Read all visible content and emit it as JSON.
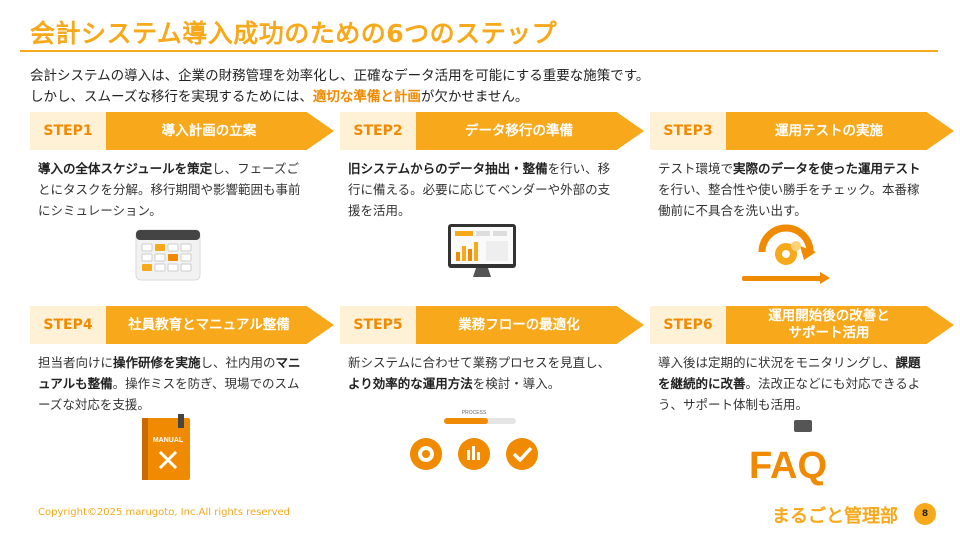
{
  "header": {
    "title": "会計システム導入成功のための6つのステップ"
  },
  "intro": {
    "line1": "会計システムの導入は、企業の財務管理を効率化し、正確なデータ活用を可能にする重要な施策です。",
    "line2_pre": "しかし、スムーズな移行を実現するためには、",
    "line2_highlight": "適切な準備と計画",
    "line2_post": "が欠かせません。"
  },
  "steps": [
    {
      "tag": "STEP1",
      "title_l1": "導入計画の立案",
      "title_l2": "",
      "desc": [
        {
          "t": "導入の全体スケジュールを策定",
          "b": true
        },
        {
          "t": "し、フェーズごとにタスクを分解。移行期間や影響範囲も事前にシミュレーション。",
          "b": false
        }
      ],
      "icon": "calendar-icon"
    },
    {
      "tag": "STEP2",
      "title_l1": "データ移行の準備",
      "title_l2": "",
      "desc": [
        {
          "t": "旧システムからのデータ抽出・整備",
          "b": true
        },
        {
          "t": "を行い、移行に備える。必要に応じてベンダーや外部の支援を活用。",
          "b": false
        }
      ],
      "icon": "monitor-dashboard-icon"
    },
    {
      "tag": "STEP3",
      "title_l1": "運用テストの実施",
      "title_l2": "",
      "desc": [
        {
          "t": "テスト環境で",
          "b": false
        },
        {
          "t": "実際のデータを使った運用テスト",
          "b": true
        },
        {
          "t": "を行い、整合性や使い勝手をチェック。本番稼働前に不具合を洗い出す。",
          "b": false
        }
      ],
      "icon": "gear-cycle-icon"
    },
    {
      "tag": "STEP4",
      "title_l1": "社員教育とマニュアル整備",
      "title_l2": "",
      "desc": [
        {
          "t": "担当者向けに",
          "b": false
        },
        {
          "t": "操作研修を実施",
          "b": true
        },
        {
          "t": "し、社内用の",
          "b": false
        },
        {
          "t": "マニュアルも整備",
          "b": true
        },
        {
          "t": "。操作ミスを防ぎ、現場でのスムーズな対応を支援。",
          "b": false
        }
      ],
      "icon": "manual-book-icon"
    },
    {
      "tag": "STEP5",
      "title_l1": "業務フローの最適化",
      "title_l2": "",
      "desc": [
        {
          "t": "新システムに合わせて業務プロセスを見直し、",
          "b": false
        },
        {
          "t": "より効率的な運用方法",
          "b": true
        },
        {
          "t": "を検討・導入。",
          "b": false
        }
      ],
      "icon": "process-gears-icon"
    },
    {
      "tag": "STEP6",
      "title_l1": "運用開始後の改善と",
      "title_l2": "サポート活用",
      "desc": [
        {
          "t": "導入後は定期的に状況をモニタリングし、",
          "b": false
        },
        {
          "t": "課題を継続的に改善",
          "b": true
        },
        {
          "t": "。法改正などにも対応できるよう、サポート体制も活用。",
          "b": false
        }
      ],
      "icon": "faq-icon"
    }
  ],
  "illustration_text": {
    "manual": "MANUAL",
    "process": "PROCESS",
    "faq": "FAQ"
  },
  "footer": {
    "copyright": "Copyright©2025 marugoto, Inc.All rights reserved",
    "brand": "まるごと管理部",
    "page": "8"
  },
  "colors": {
    "accent": "#F7A81B",
    "accent_dark": "#F08A00",
    "tag_bg": "#FFF1D6"
  }
}
